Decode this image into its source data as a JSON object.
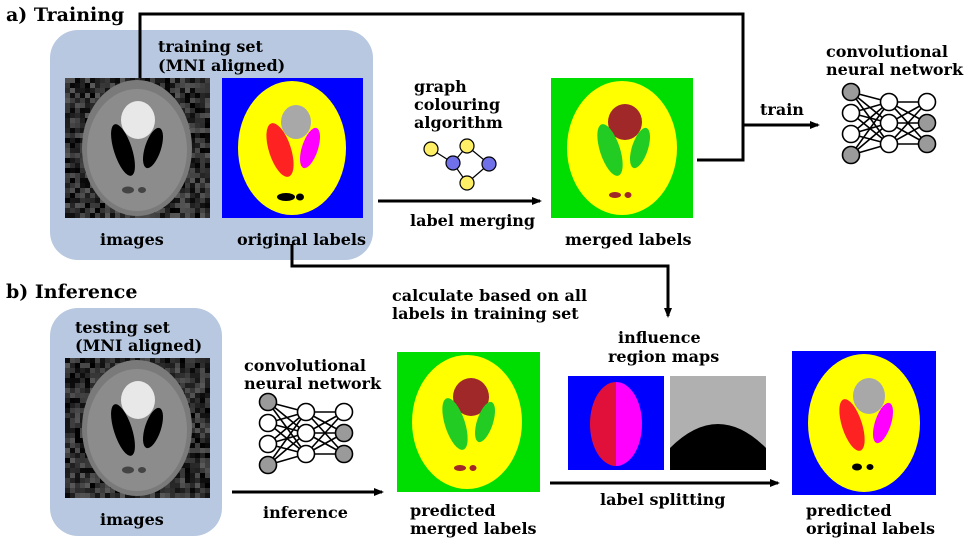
{
  "sections": {
    "training": "a) Training",
    "inference": "b) Inference"
  },
  "training": {
    "set_line1": "training set",
    "set_line2": "(MNI aligned)",
    "images_label": "images",
    "labels_label": "original labels",
    "gc_line1": "graph",
    "gc_line2": "colouring",
    "gc_line3": "algorithm",
    "merge_label": "label merging",
    "merged_label": "merged labels",
    "train_label": "train",
    "cnn_line1": "convolutional",
    "cnn_line2": "neural network"
  },
  "calc": {
    "line1": "calculate based on all",
    "line2": "labels in training set"
  },
  "inference": {
    "set_line1": "testing set",
    "set_line2": "(MNI aligned)",
    "images_label": "images",
    "cnn_line1": "convolutional",
    "cnn_line2": "neural network",
    "inference_label": "inference",
    "pred_merged_line1": "predicted",
    "pred_merged_line2": "merged labels",
    "influence_line1": "influence",
    "influence_line2": "region maps",
    "split_label": "label splitting",
    "pred_orig_line1": "predicted",
    "pred_orig_line2": "original labels"
  },
  "colors": {
    "panel_bg": "#b8c8e0",
    "blue_bg": "#0000ff",
    "green_bg": "#00dd00",
    "yellow": "#ffff00",
    "red": "#ff2222",
    "magenta": "#ff00ff",
    "darkred": "#a02828",
    "lightgreen": "#22cc22",
    "gray_outer": "#9a9a9a",
    "gray_light": "#d0d0d0",
    "graph_yellow": "#ffef66",
    "graph_blue": "#7070e8",
    "influence_red": "#e0103a",
    "influence_gray": "#b0b0b0"
  }
}
